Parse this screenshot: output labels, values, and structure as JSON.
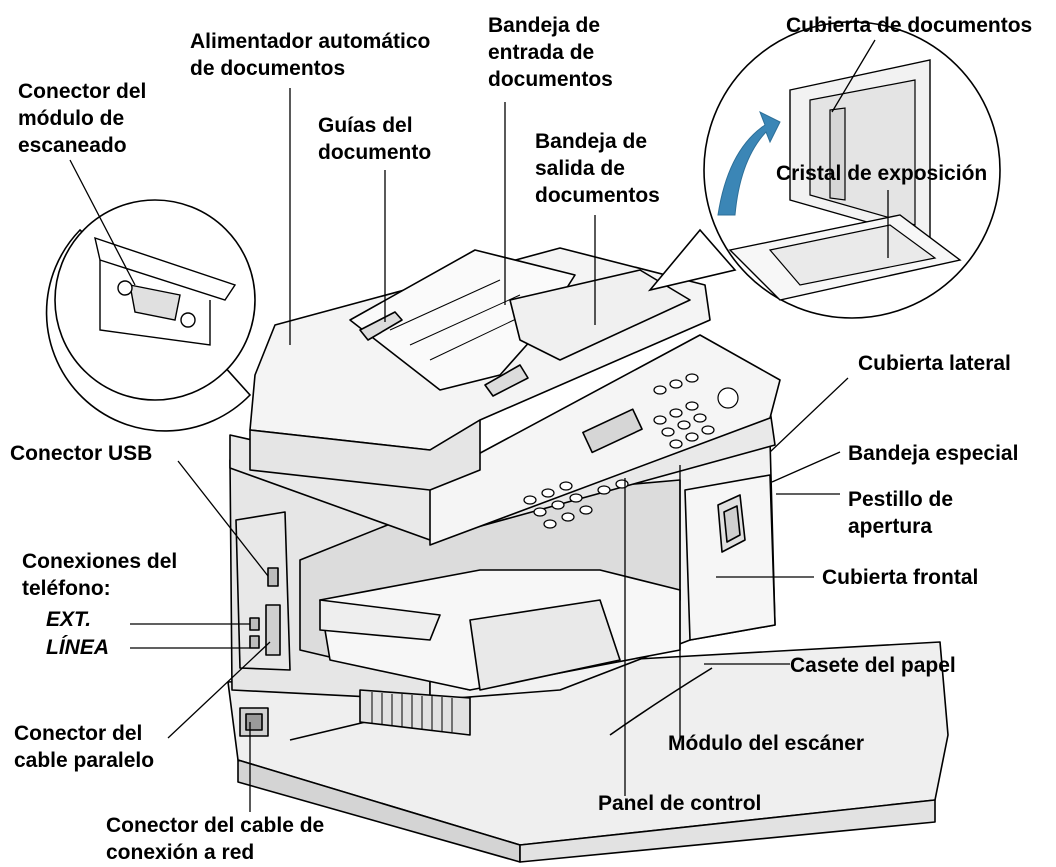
{
  "labels": {
    "connector_scan_module": [
      "Conector del",
      "módulo de",
      "escaneado"
    ],
    "adf": [
      "Alimentador automático",
      "de documentos"
    ],
    "doc_guides": [
      "Guías del",
      "documento"
    ],
    "doc_input_tray": [
      "Bandeja de",
      "entrada de",
      "documentos"
    ],
    "doc_output_tray": [
      "Bandeja de",
      "salida de",
      "documentos"
    ],
    "document_cover": "Cubierta de documentos",
    "exposure_glass": "Cristal de exposición",
    "side_cover": "Cubierta lateral",
    "bypass_tray": "Bandeja especial",
    "release_latch": [
      "Pestillo de",
      "apertura"
    ],
    "front_cover": "Cubierta frontal",
    "paper_cassette": "Casete del papel",
    "scanner_module": "Módulo del escáner",
    "control_panel": "Panel de control",
    "usb_connector": "Conector USB",
    "phone_connections": [
      "Conexiones del",
      "teléfono:"
    ],
    "ext": "EXT.",
    "line": "LÍNEA",
    "parallel_cable": [
      "Conector del",
      "cable paralelo"
    ],
    "network_cable": [
      "Conector del cable de",
      "conexión a red"
    ]
  },
  "colors": {
    "line": "#000000",
    "body_light": "#f4f4f4",
    "body_mid": "#e4e4e4",
    "body_dark": "#cfcfcf",
    "arrow": "#3b86b6"
  }
}
